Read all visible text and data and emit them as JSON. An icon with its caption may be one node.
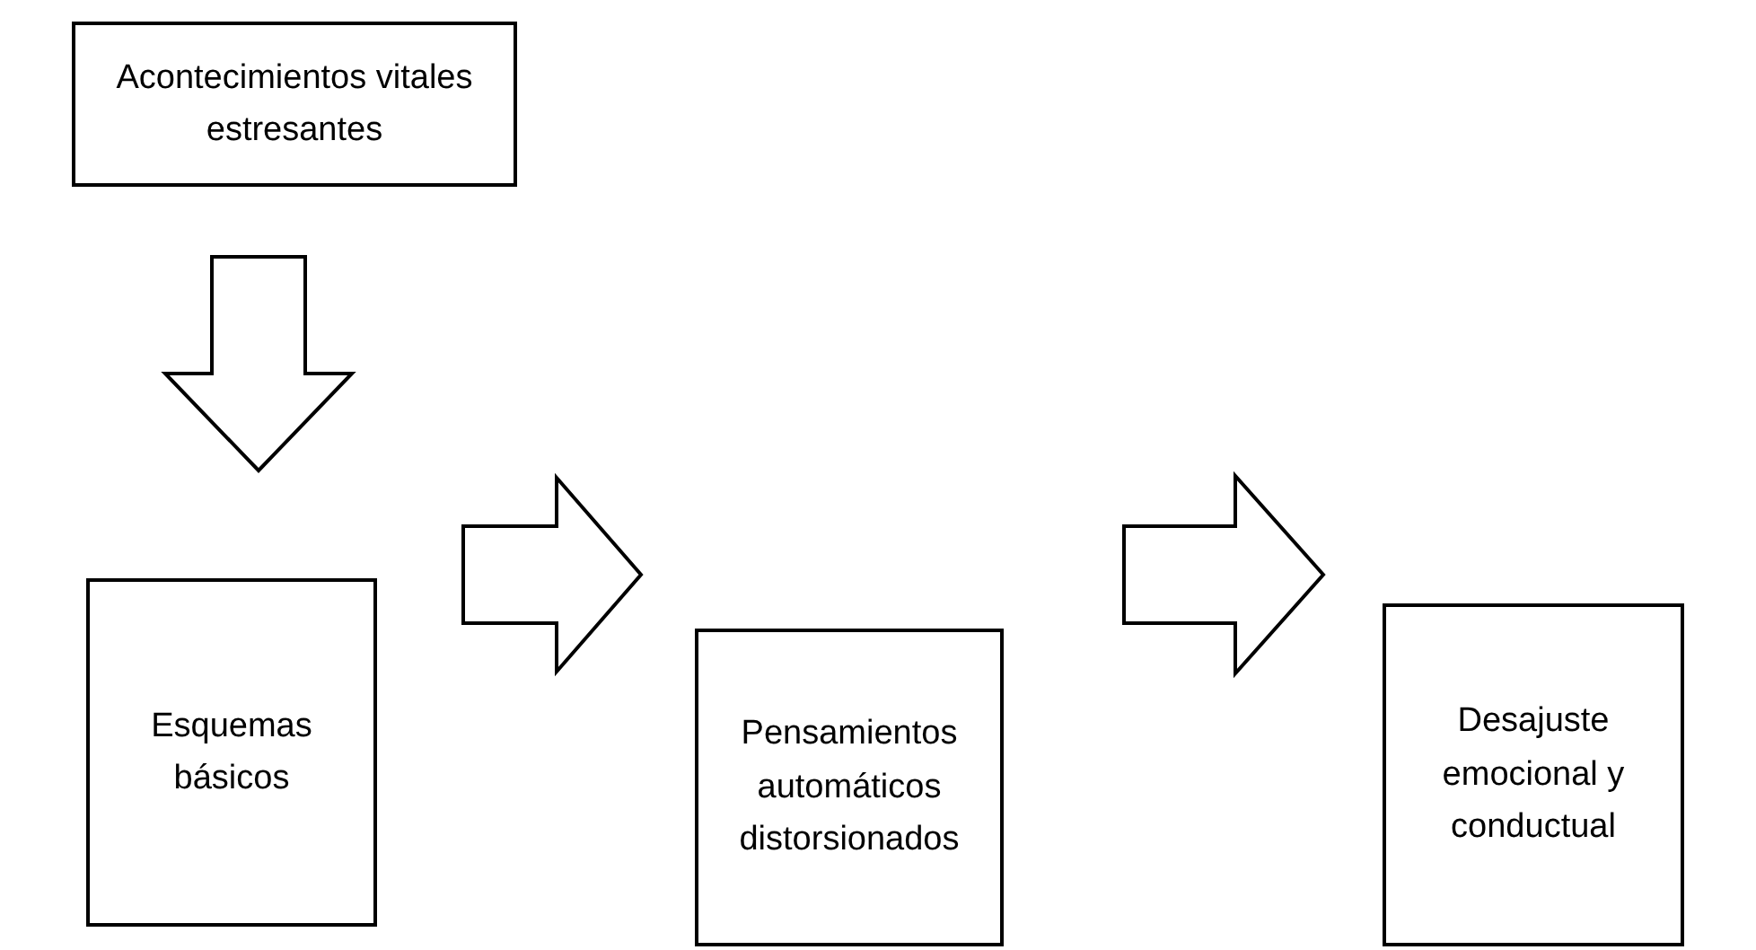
{
  "diagram": {
    "nodes": [
      {
        "text": [
          "Acontecimientos vitales estresantes"
        ]
      },
      {
        "text": [
          "Esquemas básicos"
        ]
      },
      {
        "text": [
          "Pensamientos automáticos distorsionados"
        ]
      },
      {
        "text": [
          "Desajuste emocional y conductual"
        ]
      }
    ],
    "edges": [
      {
        "from": 0,
        "to": 1,
        "arrow": "to"
      },
      {
        "from": 1,
        "to": 2,
        "arrow": "to"
      },
      {
        "from": 2,
        "to": 3,
        "arrow": "to"
      }
    ]
  }
}
